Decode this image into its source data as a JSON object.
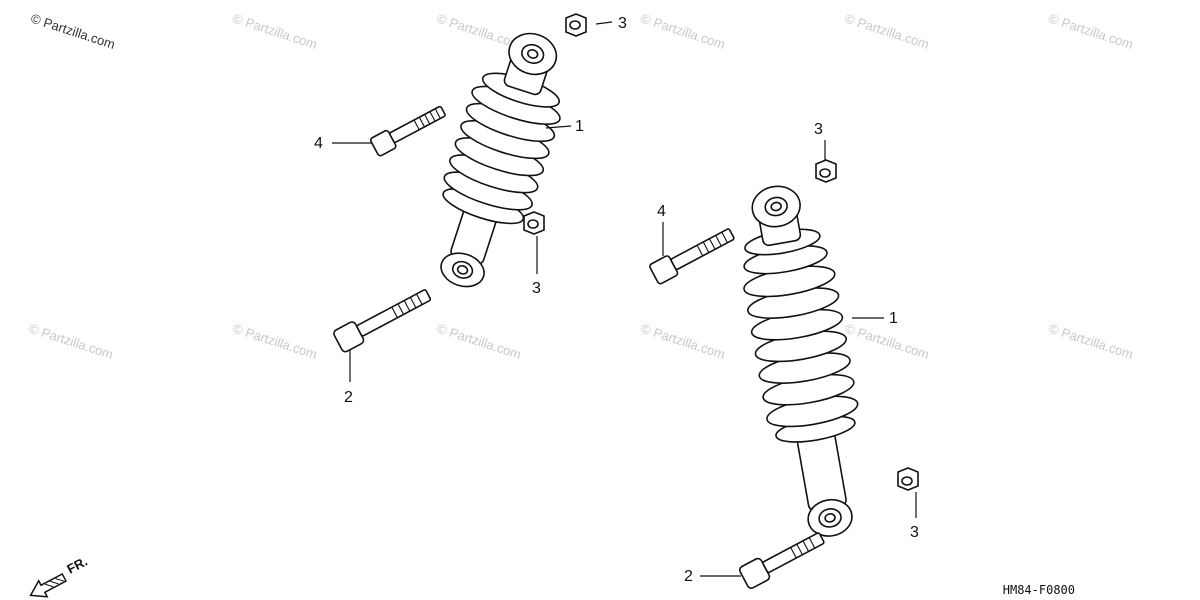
{
  "watermarks": {
    "corner": "© Partzilla.com",
    "tile": "© Partzilla.com"
  },
  "callouts": {
    "left_shock": "1",
    "right_shock": "1",
    "left_lower_bolt": "2",
    "right_lower_bolt": "2",
    "top_nut_left": "3",
    "mid_nut_left": "3",
    "top_nut_right": "3",
    "lower_nut_right": "3",
    "left_upper_bolt": "4",
    "right_upper_bolt": "4"
  },
  "front_indicator": "FR.",
  "diagram_code": "HM84-F0800",
  "colors": {
    "ink": "#111111",
    "watermark": "#c8c8c8",
    "background": "#ffffff"
  }
}
